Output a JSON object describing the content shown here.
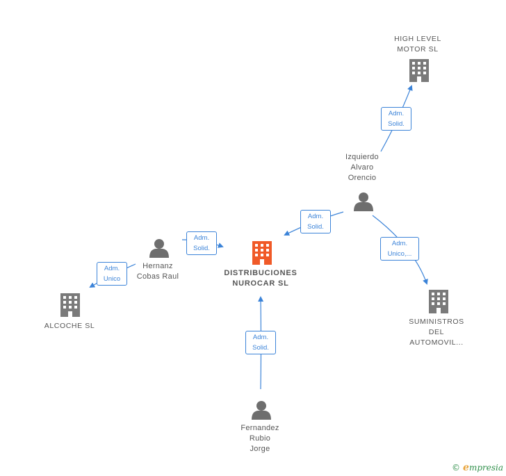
{
  "colors": {
    "accent": "#3b83d8",
    "company": "#7a7a7a",
    "center": "#f05a28",
    "person": "#6e6e6e",
    "text": "#555555"
  },
  "nodes": {
    "center": {
      "label": "DISTRIBUCIONES\nNUROCAR  SL",
      "icon": "building-icon"
    },
    "high_level": {
      "label": "HIGH LEVEL\nMOTOR  SL",
      "icon": "building-icon"
    },
    "suministros": {
      "label": "SUMINISTROS\nDEL\nAUTOMOVIL...",
      "icon": "building-icon"
    },
    "alcoche": {
      "label": "ALCOCHE  SL",
      "icon": "building-icon"
    },
    "izquierdo": {
      "label": "Izquierdo\nAlvaro\nOrencio",
      "icon": "person-icon"
    },
    "hernanz": {
      "label": "Hernanz\nCobas Raul",
      "icon": "person-icon"
    },
    "fernandez": {
      "label": "Fernandez\nRubio\nJorge",
      "icon": "person-icon"
    }
  },
  "edges": {
    "izq_high": "Adm.\nSolid.",
    "izq_center": "Adm.\nSolid.",
    "izq_sumin": "Adm.\nUnico,...",
    "hern_center": "Adm.\nSolid.",
    "hern_alcoche": "Adm.\nUnico",
    "fern_center": "Adm.\nSolid."
  },
  "brand": {
    "copyright": "©",
    "e": "e",
    "name": "mpresia"
  }
}
